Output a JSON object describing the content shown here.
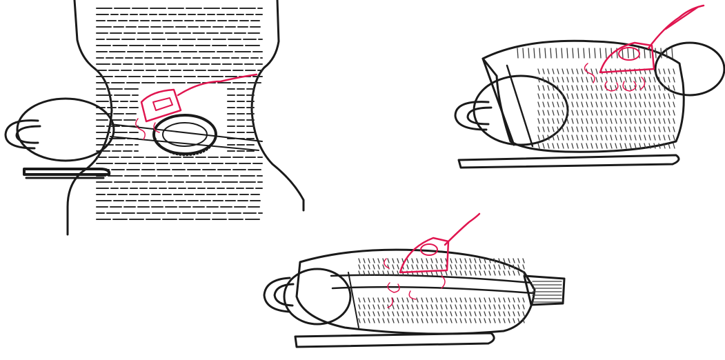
{
  "illustration": {
    "panels": [
      {
        "id": "panel-1",
        "subject": "sleeve-on-board-ironing",
        "tool_icon": "iron-icon"
      },
      {
        "id": "panel-2",
        "subject": "sweater-body-on-board-ironing",
        "tool_icon": "iron-icon"
      },
      {
        "id": "panel-3",
        "subject": "rolled-sleeve-on-board-ironing",
        "tool_icon": "iron-icon"
      }
    ],
    "colors": {
      "ink": "#1a1a1a",
      "accent": "#e0154f",
      "paper": "#ffffff"
    }
  }
}
